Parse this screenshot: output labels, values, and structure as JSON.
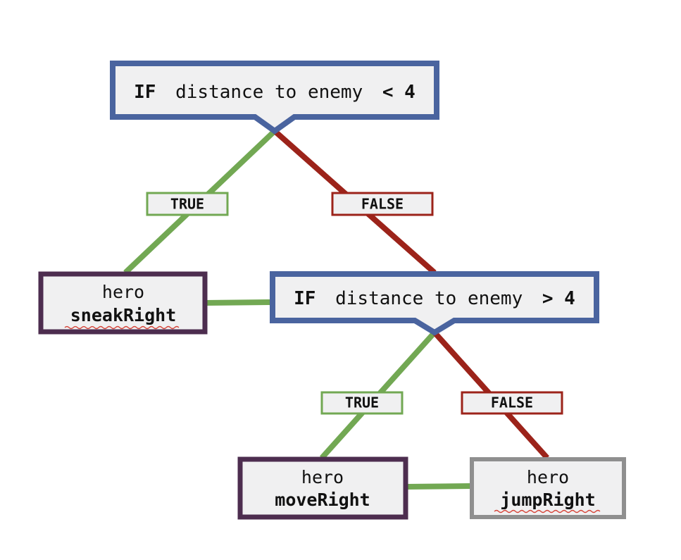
{
  "colors": {
    "decision_border": "#4a649f",
    "decision_fill": "#f0f0f1",
    "action_border": "#4d2d4f",
    "action_inactive_border": "#8f8f8f",
    "true_color": "#72a853",
    "false_color": "#9c231a",
    "text": "#111111",
    "spell_underline": "#d6453a"
  },
  "decisions": [
    {
      "keyword": "IF",
      "condition": "distance to enemy",
      "operator": "< 4"
    },
    {
      "keyword": "IF",
      "condition": "distance to enemy",
      "operator": "> 4"
    }
  ],
  "branch_labels": {
    "true": "TRUE",
    "false": "FALSE"
  },
  "actions": [
    {
      "object": "hero",
      "method": "sneakRight"
    },
    {
      "object": "hero",
      "method": "moveRight"
    },
    {
      "object": "hero",
      "method": "jumpRight"
    }
  ]
}
